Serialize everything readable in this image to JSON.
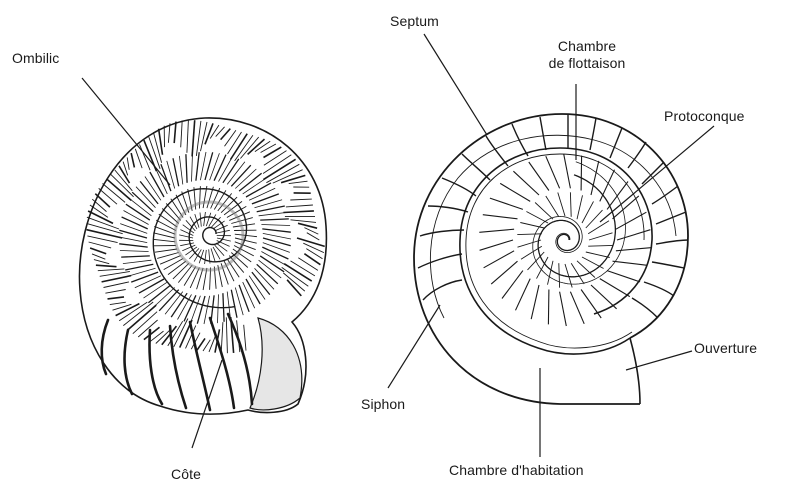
{
  "labels": {
    "ombilic": "Ombilic",
    "cote": "Côte",
    "septum": "Septum",
    "chambre_flottaison_l1": "Chambre",
    "chambre_flottaison_l2": "de flottaison",
    "protoconque": "Protoconque",
    "ouverture": "Ouverture",
    "siphon": "Siphon",
    "chambre_habitation": "Chambre d'habitation"
  },
  "colors": {
    "ink": "#1a1a1a",
    "paper": "#ffffff",
    "shade": "#7a7a7a"
  }
}
